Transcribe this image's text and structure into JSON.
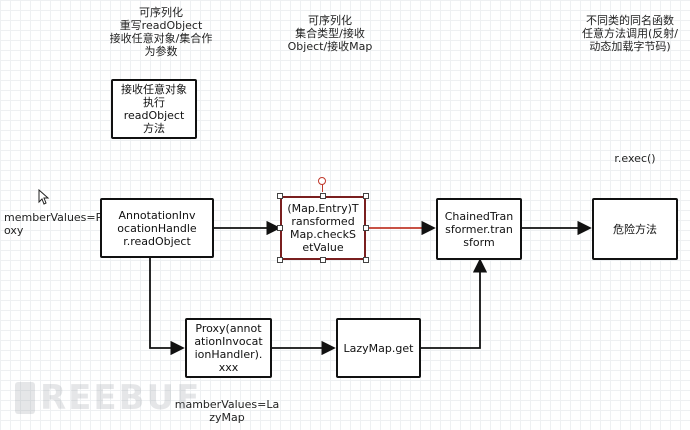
{
  "annotations": {
    "readobject_note": "可序列化\n重写readObject\n接收任意对象/集合作\n为参数",
    "serializable_note": "可序列化\n集合类型/接收\nObject/接收Map",
    "reflection_note": "不同类的同名函数\n任意方法调用(反射/\n动态加载字节码)",
    "exec_note": "r.exec()",
    "member_values_proxy": "memberValues=Pr\noxy",
    "member_values_lazymap": "mamberValues=La\nzyMap"
  },
  "nodes": {
    "legend_box": "接收任意对象\n执行\nreadObject\n方法",
    "annotation_handler": "AnnotationInv\nocationHandle\nr.readObject",
    "map_entry": "(Map.Entry)T\nransformed\nMap.checkS\netValue",
    "chained_transformer": "ChainedTran\nsformer.tran\nsform",
    "danger": "危险方法",
    "proxy": "Proxy(annot\nationInvocat\nionHandler).\nxxx",
    "lazymap": "LazyMap.get"
  },
  "colors": {
    "arrow": "#111111",
    "selection": "#c0392b"
  }
}
